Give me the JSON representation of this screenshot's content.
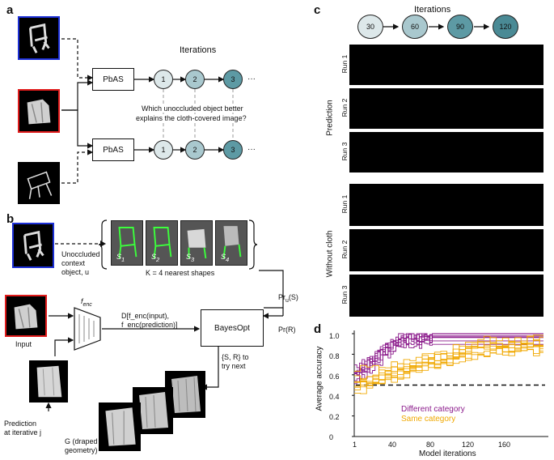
{
  "panels": {
    "a": "a",
    "b": "b",
    "c": "c",
    "d": "d"
  },
  "panel_a": {
    "iterations_label": "Iterations",
    "pbas_top": "PbAS",
    "pbas_bottom": "PbAS",
    "nodes_top": [
      "1",
      "2",
      "3"
    ],
    "nodes_bottom": [
      "1",
      "2",
      "3"
    ],
    "ellipsis": "···",
    "question_line1": "Which unoccluded object better",
    "question_line2": "explains the cloth-covered image?"
  },
  "panel_b": {
    "shapes": [
      "S1",
      "S2",
      "S3",
      "S4"
    ],
    "shapes_sub": [
      "1",
      "2",
      "3",
      "4"
    ],
    "knn_label": "K = 4 nearest shapes",
    "context_line1": "Unoccluded",
    "context_line2": "context",
    "context_line3": "object, u",
    "input_label": "Input",
    "fenc_label": "f",
    "fenc_sub": "enc",
    "distance_line1": "D[f_enc(input),",
    "distance_line2": "f_enc(prediction)]",
    "bayesopt_label": "BayesOpt",
    "pru_label": "Pr",
    "pru_sub": "u",
    "pru_arg": "(S)",
    "prr_label": "Pr(R)",
    "sr_line1": "{S, R} to",
    "sr_line2": "try next",
    "prediction_line1": "Prediction",
    "prediction_line2": "at iterative j",
    "g_line1": "G (draped",
    "g_line2": "geometry)"
  },
  "panel_c": {
    "iterations_label": "Iterations",
    "iteration_nodes": [
      "30",
      "60",
      "90",
      "120"
    ],
    "node_colors": [
      "#dde8ea",
      "#a9c8ce",
      "#5d9aa4",
      "#4a8a95"
    ],
    "group_prediction": "Prediction",
    "group_without": "Without cloth",
    "runs": [
      "Run 1",
      "Run 2",
      "Run 3"
    ]
  },
  "panel_d": {
    "ylabel": "Average accuracy",
    "xlabel": "Model iterations",
    "yticks": [
      "0",
      "0.2",
      "0.4",
      "0.6",
      "0.8",
      "1.0"
    ],
    "xticks": [
      "1",
      "40",
      "80",
      "120",
      "160"
    ],
    "legend_different": "Different category",
    "legend_same": "Same category",
    "color_different": "#8b1a8b",
    "color_same": "#f0a800"
  },
  "chart_data": {
    "type": "line",
    "xlabel": "Model iterations",
    "ylabel": "Average accuracy",
    "xlim": [
      1,
      200
    ],
    "ylim": [
      0,
      1.0
    ],
    "chance_level": 0.5,
    "series_groups": [
      {
        "name": "Different category",
        "color": "#8b1a8b",
        "count": 8,
        "start_range": [
          0.5,
          0.75
        ],
        "end_range": [
          0.9,
          1.0
        ]
      },
      {
        "name": "Same category",
        "color": "#f0a800",
        "count": 9,
        "start_range": [
          0.35,
          0.65
        ],
        "end_range": [
          0.8,
          0.97
        ]
      }
    ]
  }
}
